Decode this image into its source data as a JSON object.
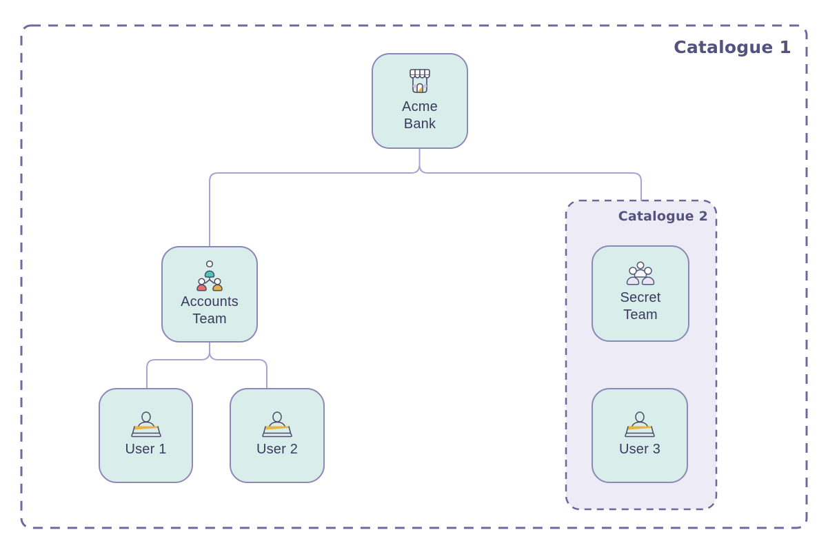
{
  "catalogues": {
    "catalogue1": {
      "label": "Catalogue 1"
    },
    "catalogue2": {
      "label": "Catalogue 2"
    }
  },
  "nodes": {
    "acme_bank": {
      "lines": [
        "Acme",
        "Bank"
      ],
      "icon": "storefront-icon"
    },
    "accounts_team": {
      "lines": [
        "Accounts",
        "Team"
      ],
      "icon": "team-hierarchy-icon"
    },
    "user1": {
      "lines": [
        "User 1"
      ],
      "icon": "user-laptop-icon"
    },
    "user2": {
      "lines": [
        "User 2"
      ],
      "icon": "user-laptop-icon"
    },
    "secret_team": {
      "lines": [
        "Secret",
        "Team"
      ],
      "icon": "people-group-icon"
    },
    "user3": {
      "lines": [
        "User 3"
      ],
      "icon": "user-laptop-icon"
    }
  },
  "colors": {
    "node_fill": "#d9eeeb",
    "node_border": "#8b87b6",
    "node_text": "#393a5e",
    "connector": "#a7a3d6",
    "catalogue1_border": "#6e6b9c",
    "catalogue_label": "#55527f",
    "catalogue2_fill": "#ecebf6",
    "catalogue2_border": "#6b6899",
    "icon_stroke": "#4a4a68",
    "accent_gold": "#e9b440",
    "accent_teal": "#4fc7b4",
    "accent_coral": "#ea6e72",
    "accent_yellow": "#e4b14b",
    "accent_lavender": "#cdc6e8",
    "background": "#ffffff"
  }
}
